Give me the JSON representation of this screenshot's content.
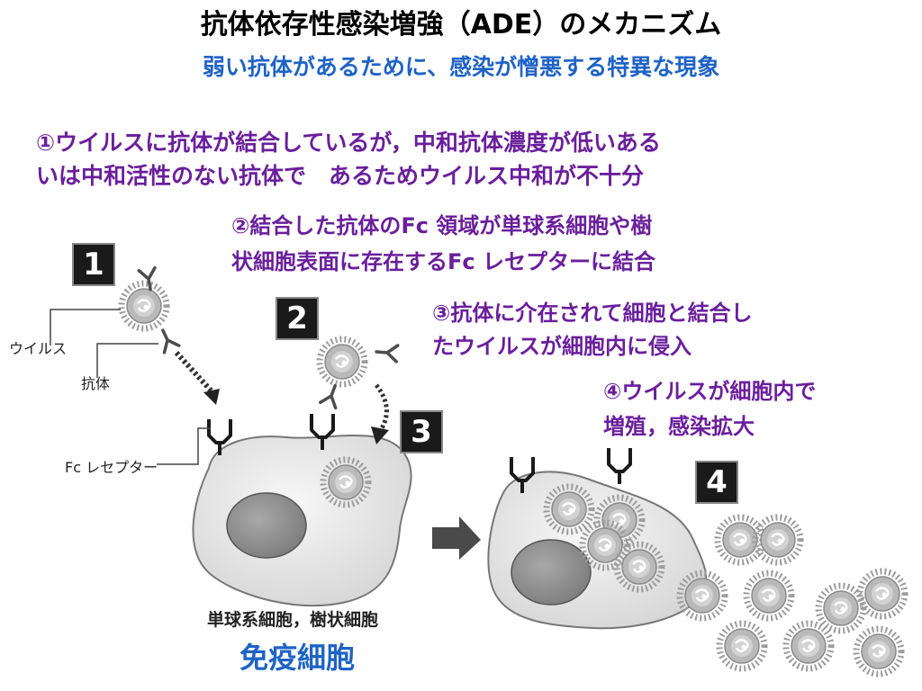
{
  "title": "抗体依存性感染増強（ADE）のメカニズム",
  "subtitle": "弱い抗体があるために、感染が憎悪する特異な現象",
  "steps": {
    "s1_line1": "①ウイルスに抗体が結合しているが，中和抗体濃度が低いある",
    "s1_line2": "いは中和活性のない抗体で　あるためウイルス中和が不十分",
    "s2_line1": "②結合した抗体のFc 領域が単球系細胞や樹",
    "s2_line2": "状細胞表面に存在するFc レセプターに結合",
    "s3_line1": "③抗体に介在されて細胞と結合し",
    "s3_line2": "たウイルスが細胞内に侵入",
    "s4_line1": "④ウイルスが細胞内で",
    "s4_line2": "増殖，感染拡大"
  },
  "labels": {
    "virus": "ウイルス",
    "antibody": "抗体",
    "fc_receptor": "Fc レセプター",
    "cell_caption": "単球系細胞，樹状細胞",
    "immune_cell": "免疫細胞"
  },
  "badges": [
    "1",
    "2",
    "3",
    "4"
  ],
  "colors": {
    "title": "#000000",
    "subtitle": "#1f63c6",
    "steps": "#6a1f9c",
    "immune_cell": "#1f63c6"
  }
}
